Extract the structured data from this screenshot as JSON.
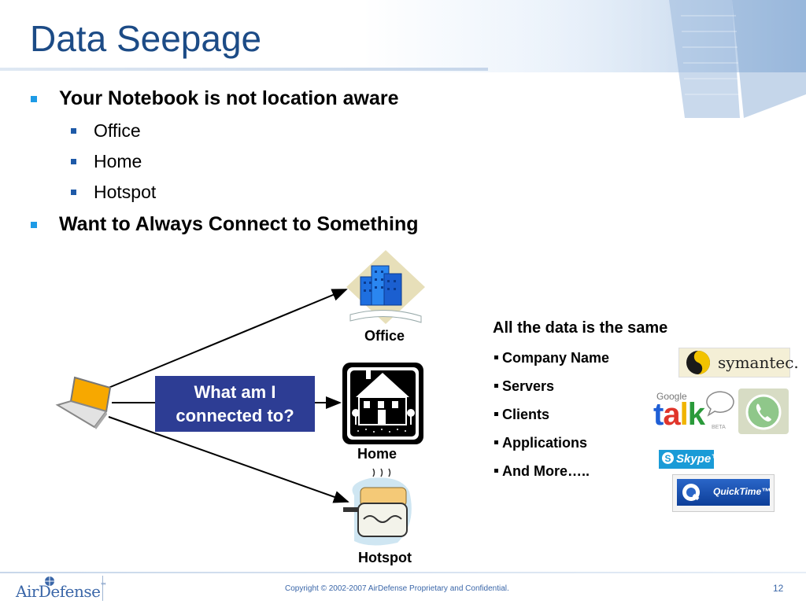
{
  "slide": {
    "title": "Data Seepage",
    "bullets": [
      {
        "text": "Your Notebook is not location aware",
        "sub": [
          "Office",
          "Home",
          "Hotspot"
        ]
      },
      {
        "text": "Want to Always Connect to Something",
        "sub": []
      }
    ]
  },
  "diagram": {
    "question": "What am I connected to?",
    "destinations": [
      "Office",
      "Home",
      "Hotspot"
    ],
    "icons": [
      "laptop-icon",
      "office-building-icon",
      "house-icon",
      "toaster-icon"
    ]
  },
  "data_panel": {
    "heading": "All the data is the same",
    "items": [
      "Company Name",
      "Servers",
      "Clients",
      "Applications",
      "And More….."
    ]
  },
  "logos": {
    "symantec": "symantec.",
    "gtalk_google": "Google",
    "gtalk_talk": "talk",
    "gtalk_beta": "BETA",
    "skype": "Skype™",
    "quicktime": "QuickTime™"
  },
  "footer": {
    "company": "AirDefense",
    "company_mark": "™",
    "copyright": "Copyright  © 2002-2007 AirDefense Proprietary and Confidential.",
    "page_number": "12"
  },
  "colors": {
    "title": "#1c4b86",
    "bullet_l1": "#1e9be6",
    "bullet_l2": "#1e5aa8",
    "question_box": "#2d3d94"
  }
}
